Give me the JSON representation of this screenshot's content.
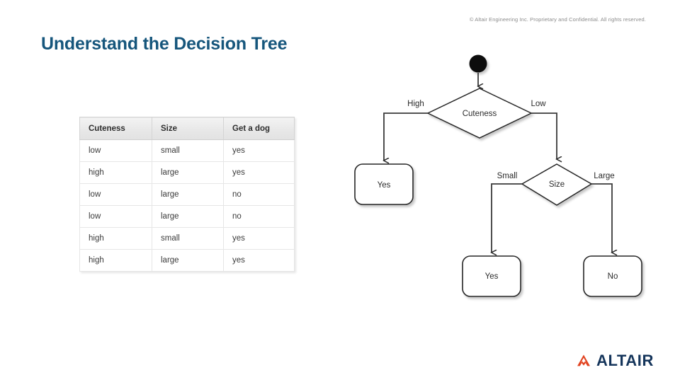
{
  "slide": {
    "title": "Understand the Decision Tree",
    "copyright": "© Altair Engineering Inc. Proprietary and Confidential. All rights reserved.",
    "title_color": "#16567c"
  },
  "table": {
    "headers": [
      "Cuteness",
      "Size",
      "Get a dog"
    ],
    "rows": [
      [
        "low",
        "small",
        "yes"
      ],
      [
        "high",
        "large",
        "yes"
      ],
      [
        "low",
        "large",
        "no"
      ],
      [
        "low",
        "large",
        "no"
      ],
      [
        "high",
        "small",
        "yes"
      ],
      [
        "high",
        "large",
        "yes"
      ]
    ]
  },
  "diagram": {
    "start_node": "start-dot",
    "nodes": {
      "root_decision": "Cuteness",
      "second_decision": "Size",
      "leaf_left": "Yes",
      "leaf_mid": "Yes",
      "leaf_right": "No"
    },
    "edge_labels": {
      "root_left": "High",
      "root_right": "Low",
      "second_left": "Small",
      "second_right": "Large"
    }
  },
  "logo": {
    "wordmark": "ALTAIR",
    "mark_color": "#e1421f",
    "word_color": "#15355b"
  }
}
